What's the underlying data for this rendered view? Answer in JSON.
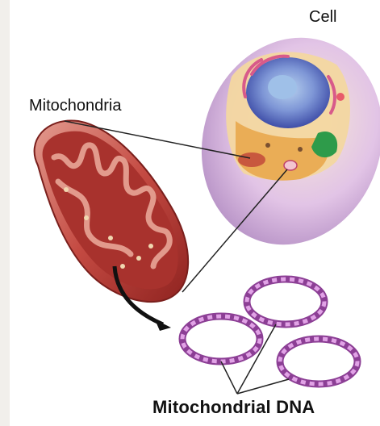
{
  "labels": {
    "cell": "Cell",
    "mitochondria": "Mitochondria",
    "mitochondrial_dna": "Mitochondrial  DNA"
  },
  "colors": {
    "mito_outer": "#c0403a",
    "mito_inner": "#7a1f1c",
    "cell_membrane": "#d9c7e3",
    "nucleus": "#5b6fc0",
    "nucleolus": "#8fb3df",
    "cytoplasm": "#f2c14a",
    "golgi": "#2e9b4a",
    "dna_ring": "#b45ab8"
  }
}
